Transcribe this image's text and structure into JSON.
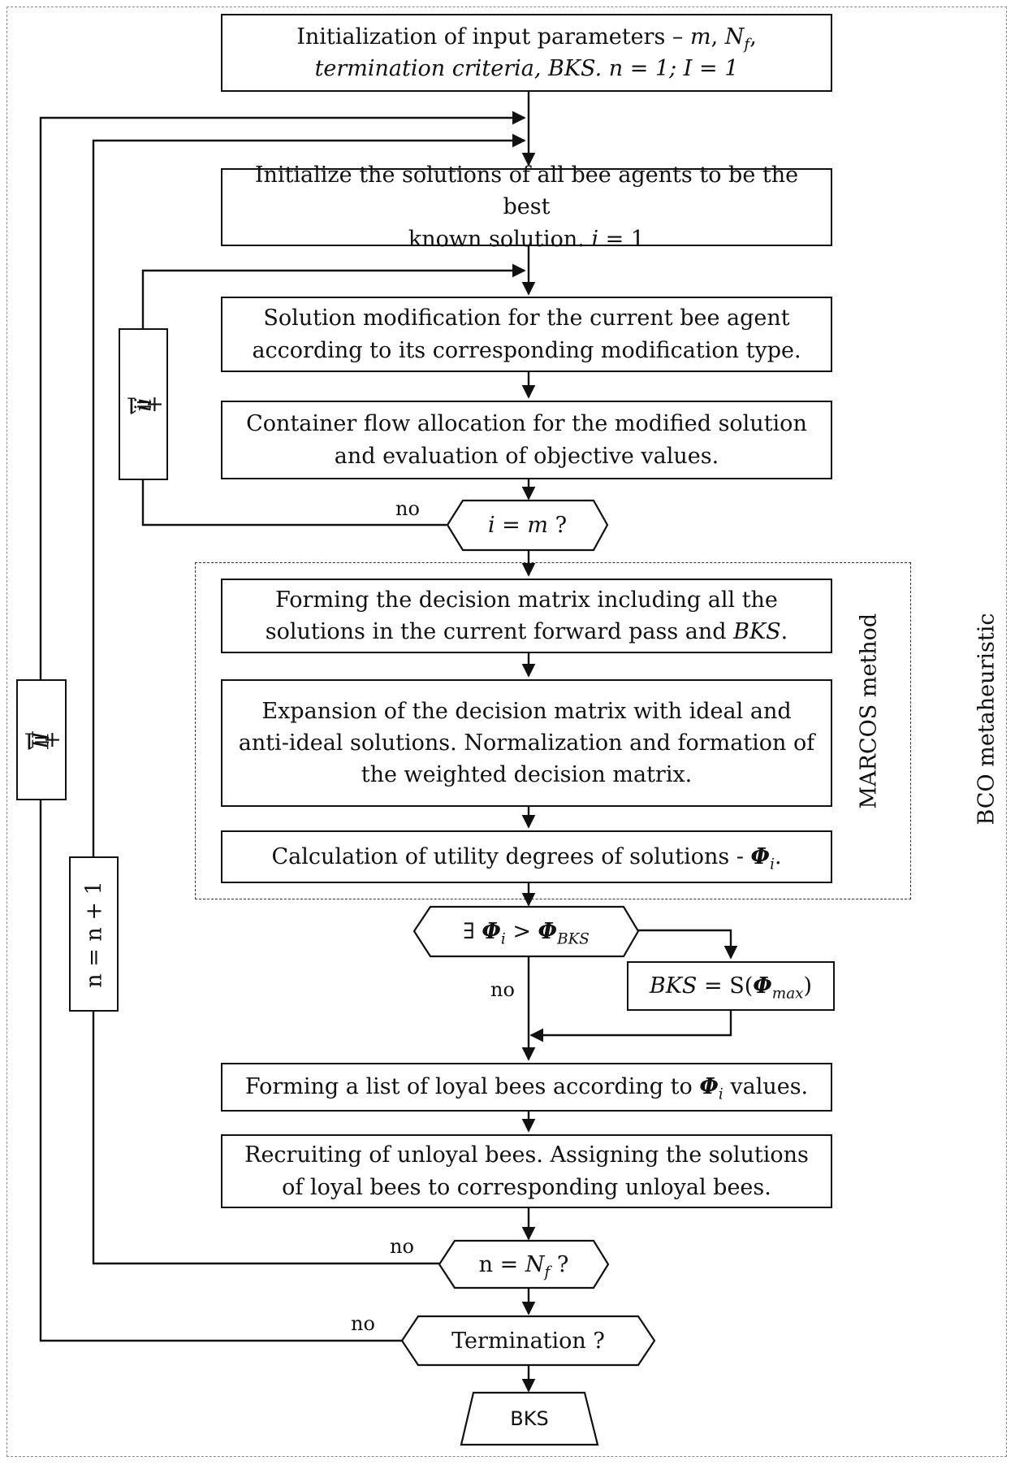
{
  "box1": {
    "line1": "Initialization of input parameters – ",
    "m": "m",
    "sep1": ", ",
    "nf": "N",
    "nf_sub": "f",
    "sep2": ",",
    "line2_italic": "termination criteria, BKS",
    "line2_rest": ". n = 1; I = 1"
  },
  "box2": {
    "line1": "Initialize the solutions of all bee agents to be the best",
    "line2": "known solution. ",
    "line2_italic": "i",
    "line2_rest": " = 1"
  },
  "box3": {
    "line1": "Solution modification for the current bee agent",
    "line2": "according to its corresponding modification type."
  },
  "box4": {
    "line1": "Container flow allocation for the modified solution",
    "line2": "and evaluation of objective values."
  },
  "dec1": {
    "i": "i",
    "eq": " = ",
    "m": "m",
    "q": " ?"
  },
  "box5": {
    "line1": "Forming the decision matrix including all the",
    "line2": "solutions in the current forward pass and ",
    "line2_italic": "BKS",
    "line2_end": "."
  },
  "box6": {
    "line1": "Expansion of the decision matrix with ideal and",
    "line2": "anti-ideal solutions. Normalization and formation of",
    "line3": "the weighted decision matrix."
  },
  "box7": {
    "text": "Calculation of utility degrees of solutions - ",
    "phi": "Φ",
    "sub": "i",
    "end": "."
  },
  "dec2": {
    "exists": "∃ ",
    "phi1": "Φ",
    "sub1": "i",
    "gt": " > ",
    "phi2": "Φ",
    "sub2": "BKS"
  },
  "bks_box": {
    "bks": "BKS",
    "eq": " = S(",
    "phi": "Φ",
    "sub": "max",
    "close": ")"
  },
  "box8": {
    "text": "Forming a list of loyal bees according to ",
    "phi": "Φ",
    "sub": "i",
    "end": " values."
  },
  "box9": {
    "line1": "Recruiting of unloyal bees. Assigning the solutions",
    "line2": "of loyal bees to corresponding unloyal bees."
  },
  "dec3": {
    "n": "n = ",
    "nf": "N",
    "sub": "f",
    "q": " ?"
  },
  "dec4": {
    "text": "Termination ?"
  },
  "terminal": {
    "text": "BKS"
  },
  "labels": {
    "no": "no",
    "marcos": "MARCOS method",
    "bco": "BCO metaheuristic"
  },
  "side": {
    "i_loop_italic1": "i",
    "i_loop_mid": " = ",
    "i_loop_italic2": "i",
    "i_loop_end": " + 1",
    "n_loop": "n = n + 1",
    "I_loop_italic1": "I",
    "I_loop_mid": " = ",
    "I_loop_italic2": "I",
    "I_loop_end": " + 1"
  }
}
